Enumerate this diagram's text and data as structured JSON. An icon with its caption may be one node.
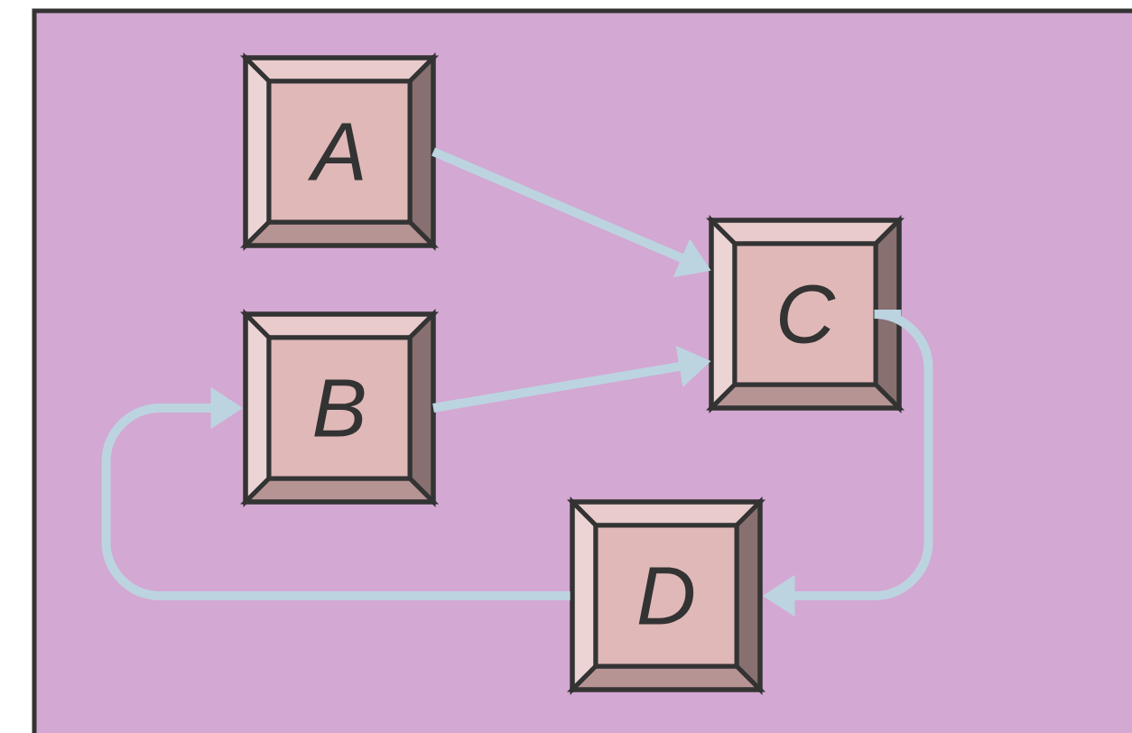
{
  "diagram": {
    "nodes": [
      {
        "text": [
          "A"
        ]
      },
      {
        "text": [
          "B"
        ]
      },
      {
        "text": [
          "C"
        ]
      },
      {
        "text": [
          "D"
        ]
      }
    ],
    "edges": [
      {
        "from": 0,
        "to": 2,
        "arrow": "to"
      },
      {
        "from": 1,
        "to": 2,
        "arrow": "to"
      },
      {
        "from": 2,
        "to": 3,
        "arrow": "to"
      },
      {
        "from": 3,
        "to": 1,
        "arrow": "to"
      }
    ]
  }
}
